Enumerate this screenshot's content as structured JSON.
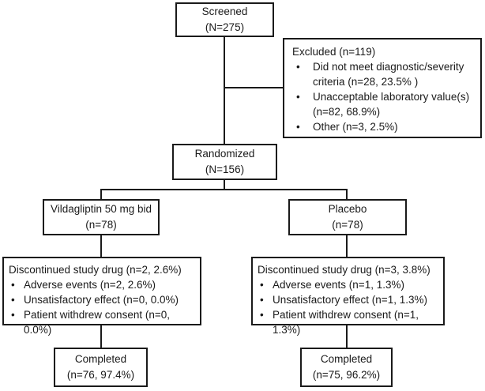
{
  "glyphs": {
    "bullet": "•"
  },
  "colors": {
    "border": "#1a1a1a",
    "text": "#1a1a1a",
    "background": "#ffffff"
  },
  "flowchart": {
    "screened": {
      "line1": "Screened",
      "line2": "(N=275)"
    },
    "excluded": {
      "title": "Excluded (n=119)",
      "items": [
        "Did not meet diagnostic/severity criteria (n=28, 23.5% )",
        "Unacceptable laboratory value(s) (n=82, 68.9%)",
        "Other (n=3, 2.5%)"
      ]
    },
    "randomized": {
      "line1": "Randomized",
      "line2": "(N=156)"
    },
    "vildagliptin": {
      "line1": "Vildagliptin 50 mg bid",
      "line2": "(n=78)"
    },
    "placebo": {
      "line1": "Placebo",
      "line2": "(n=78)"
    },
    "discontinued_vildagliptin": {
      "title": "Discontinued study drug (n=2, 2.6%)",
      "items": [
        "Adverse events (n=2, 2.6%)",
        "Unsatisfactory effect (n=0, 0.0%)",
        "Patient withdrew consent (n=0, 0.0%)"
      ]
    },
    "discontinued_placebo": {
      "title": "Discontinued study drug (n=3, 3.8%)",
      "items": [
        "Adverse events (n=1, 1.3%)",
        "Unsatisfactory effect (n=1, 1.3%)",
        "Patient withdrew consent (n=1, 1.3%)"
      ]
    },
    "completed_vildagliptin": {
      "line1": "Completed",
      "line2": "(n=76, 97.4%)"
    },
    "completed_placebo": {
      "line1": "Completed",
      "line2": "(n=75, 96.2%)"
    }
  }
}
